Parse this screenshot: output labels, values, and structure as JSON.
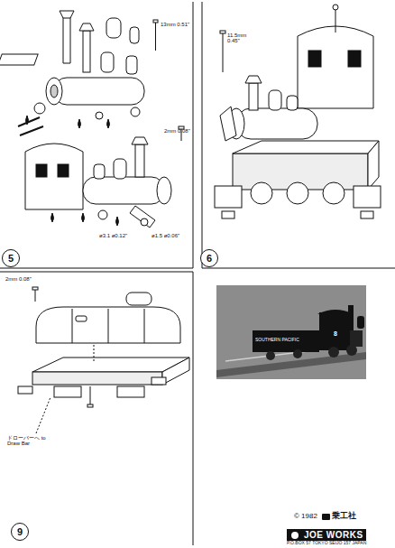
{
  "diagram": {
    "nodes": [
      {
        "text": [
          "5"
        ]
      },
      {
        "text": [
          "6"
        ]
      },
      {
        "text": [
          "9"
        ]
      },
      {
        "text": [
          "JOE WORKS"
        ]
      }
    ],
    "edges": [],
    "labels": [
      "13mm 0.51\"",
      "2mm 0.08\"",
      "ø3.1 ø0.12\"",
      "ø1.5 ø0.06\"",
      "11.5mm 0.45\"",
      "2mm 0.08\"",
      "ドローバーへ to Draw Bar",
      "SOUTHERN PACIFIC",
      "8",
      "© 1982",
      "乗工社",
      "P.O.BOX 57 TOKYO SEIJO 157 JAPAN"
    ]
  }
}
